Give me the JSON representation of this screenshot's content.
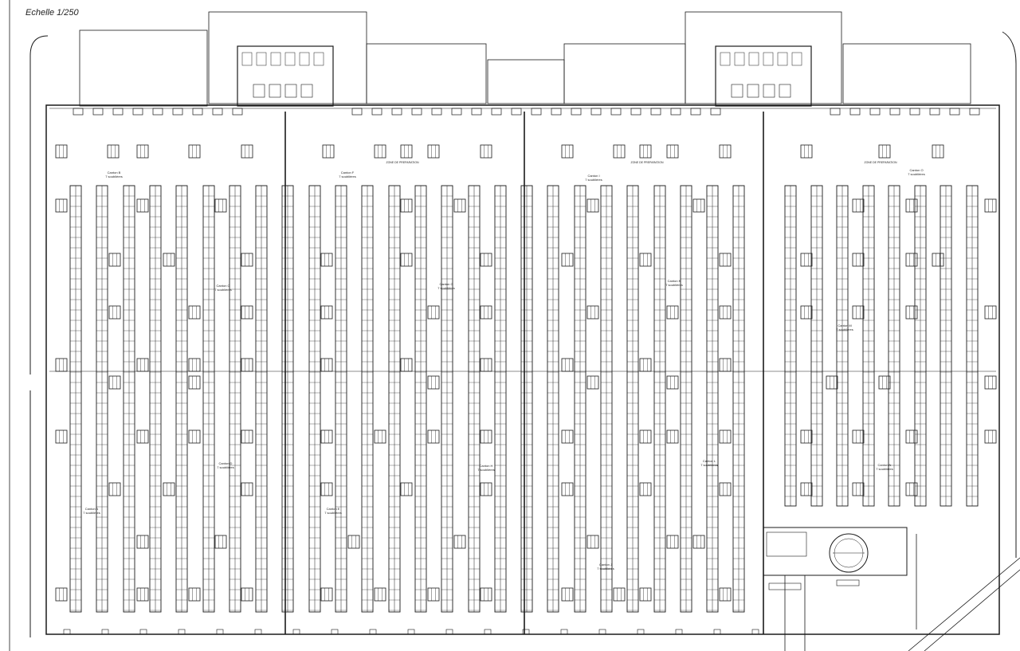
{
  "scale_label": "Echelle 1/250",
  "cantons": [
    {
      "name": "Canton A",
      "sub": "7 soublières"
    },
    {
      "name": "Canton B",
      "sub": "7 soublières"
    },
    {
      "name": "Canton C",
      "sub": "7 soublières"
    },
    {
      "name": "Canton D",
      "sub": "7 soublières"
    },
    {
      "name": "Canton E",
      "sub": "7 soublières"
    },
    {
      "name": "Canton F",
      "sub": "7 soublières"
    },
    {
      "name": "Canton G",
      "sub": "7 soublières"
    },
    {
      "name": "Canton H",
      "sub": "7 soublières"
    },
    {
      "name": "Canton I",
      "sub": "7 soublières"
    },
    {
      "name": "Canton J",
      "sub": "7 soublières"
    },
    {
      "name": "Canton K",
      "sub": "7 soublières"
    },
    {
      "name": "Canton L",
      "sub": "7 soublières"
    },
    {
      "name": "Canton M",
      "sub": "7 soublières"
    },
    {
      "name": "Canton N",
      "sub": "7 soublières"
    },
    {
      "name": "Canton O",
      "sub": "7 soublières"
    }
  ],
  "zone_label": "ZONE DE PREPARATION",
  "colors": {
    "line": "#1a1a1a",
    "background": "#ffffff"
  }
}
